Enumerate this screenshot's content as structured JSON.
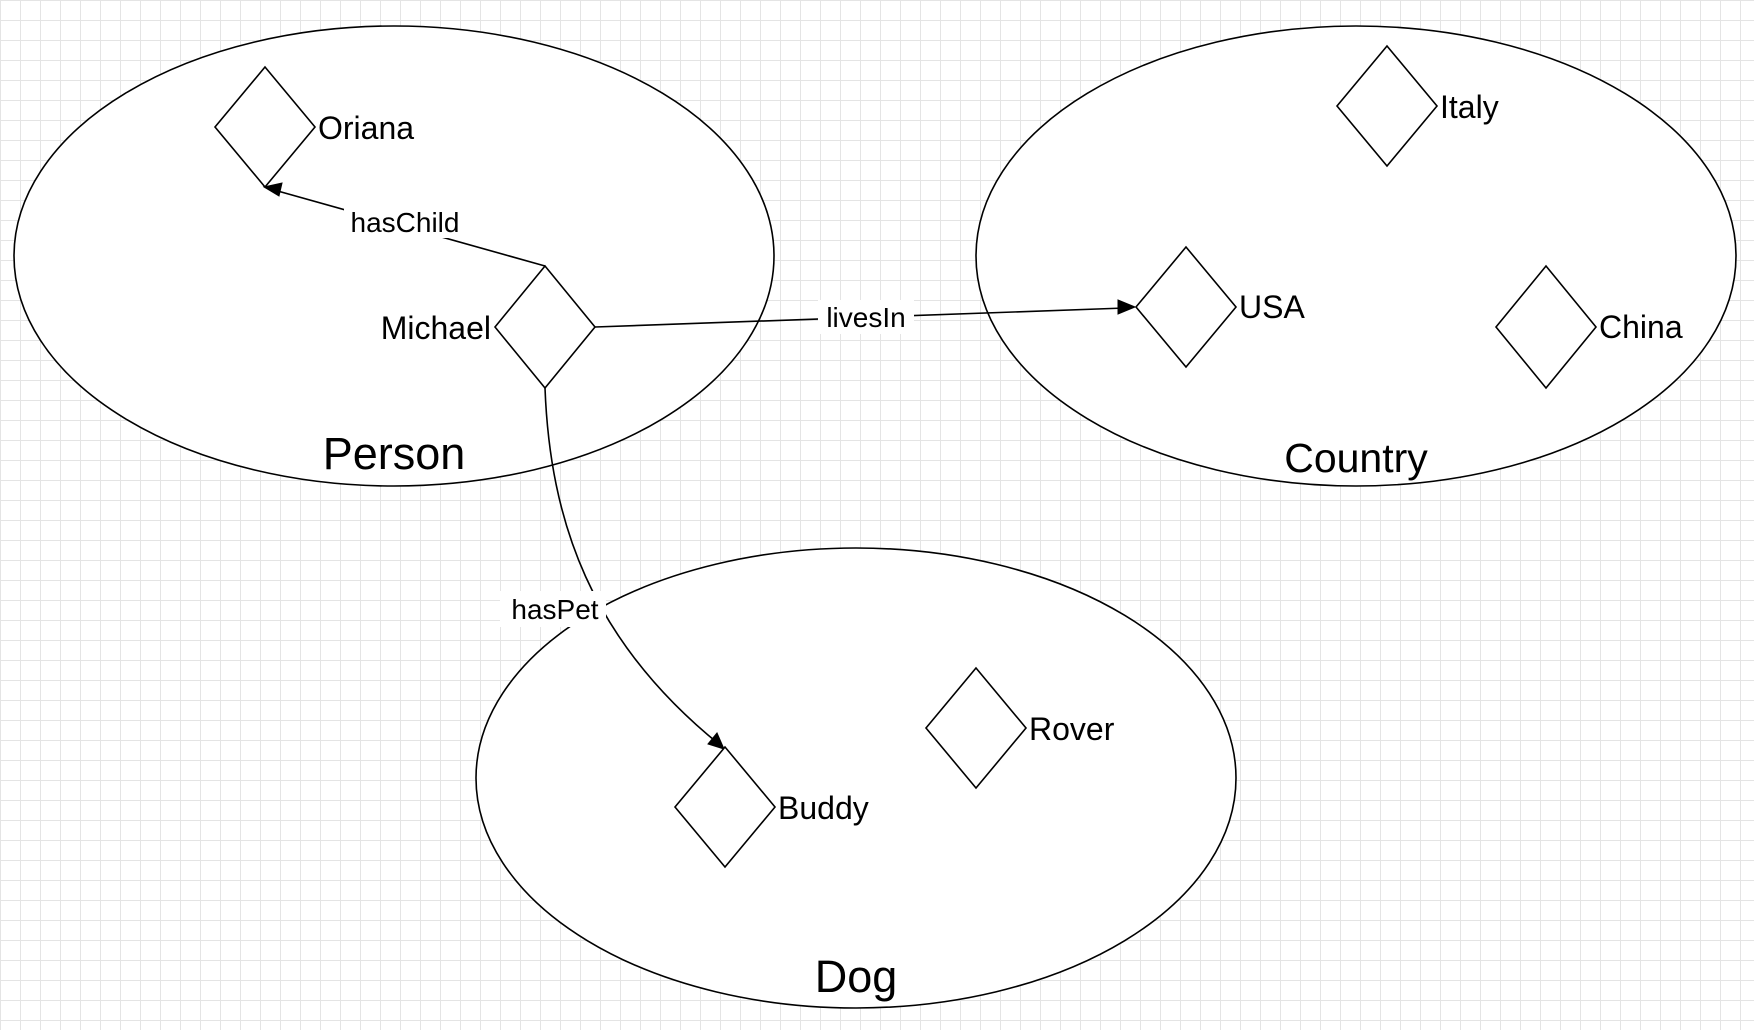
{
  "diagram": {
    "classes": {
      "person": {
        "label": "Person"
      },
      "country": {
        "label": "Country"
      },
      "dog": {
        "label": "Dog"
      }
    },
    "instances": {
      "oriana": {
        "label": "Oriana"
      },
      "michael": {
        "label": "Michael"
      },
      "italy": {
        "label": "Italy"
      },
      "usa": {
        "label": "USA"
      },
      "china": {
        "label": "China"
      },
      "buddy": {
        "label": "Buddy"
      },
      "rover": {
        "label": "Rover"
      }
    },
    "relations": {
      "has_child": {
        "label": "hasChild",
        "from": "Michael",
        "to": "Oriana"
      },
      "lives_in": {
        "label": "livesIn",
        "from": "Michael",
        "to": "USA"
      },
      "has_pet": {
        "label": "hasPet",
        "from": "Michael",
        "to": "Buddy"
      }
    }
  }
}
